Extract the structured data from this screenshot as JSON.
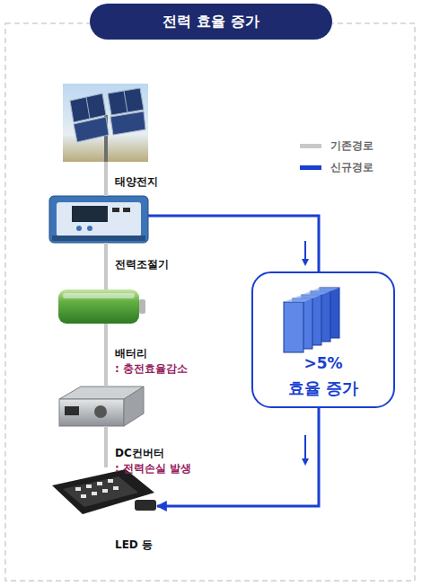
{
  "diagram": {
    "title": "전력 효율 증가",
    "nodes": [
      {
        "text": [
          "태양전지"
        ]
      },
      {
        "text": [
          "전력조절기"
        ]
      },
      {
        "text": [
          "배터리",
          ": 충전효율감소"
        ]
      },
      {
        "text": [
          "DC컨버터",
          ": 전력손실 발생"
        ]
      },
      {
        "text": [
          "LED 등"
        ]
      },
      {
        "text": [
          ">5%",
          "효율 증가"
        ]
      }
    ],
    "edges": [
      {
        "from": 0,
        "to": 1,
        "arrow": "none"
      },
      {
        "from": 1,
        "to": 2,
        "arrow": "none"
      },
      {
        "from": 2,
        "to": 3,
        "arrow": "none"
      },
      {
        "from": 3,
        "to": 4,
        "arrow": "none"
      },
      {
        "from": 1,
        "to": 5,
        "arrow": "none"
      },
      {
        "from": 5,
        "to": 4,
        "arrow": "to"
      }
    ],
    "legend": [
      {
        "text": "기존경로",
        "color": "#c8c8c8"
      },
      {
        "text": "신규경로",
        "color": "#1a3fd1"
      }
    ]
  }
}
